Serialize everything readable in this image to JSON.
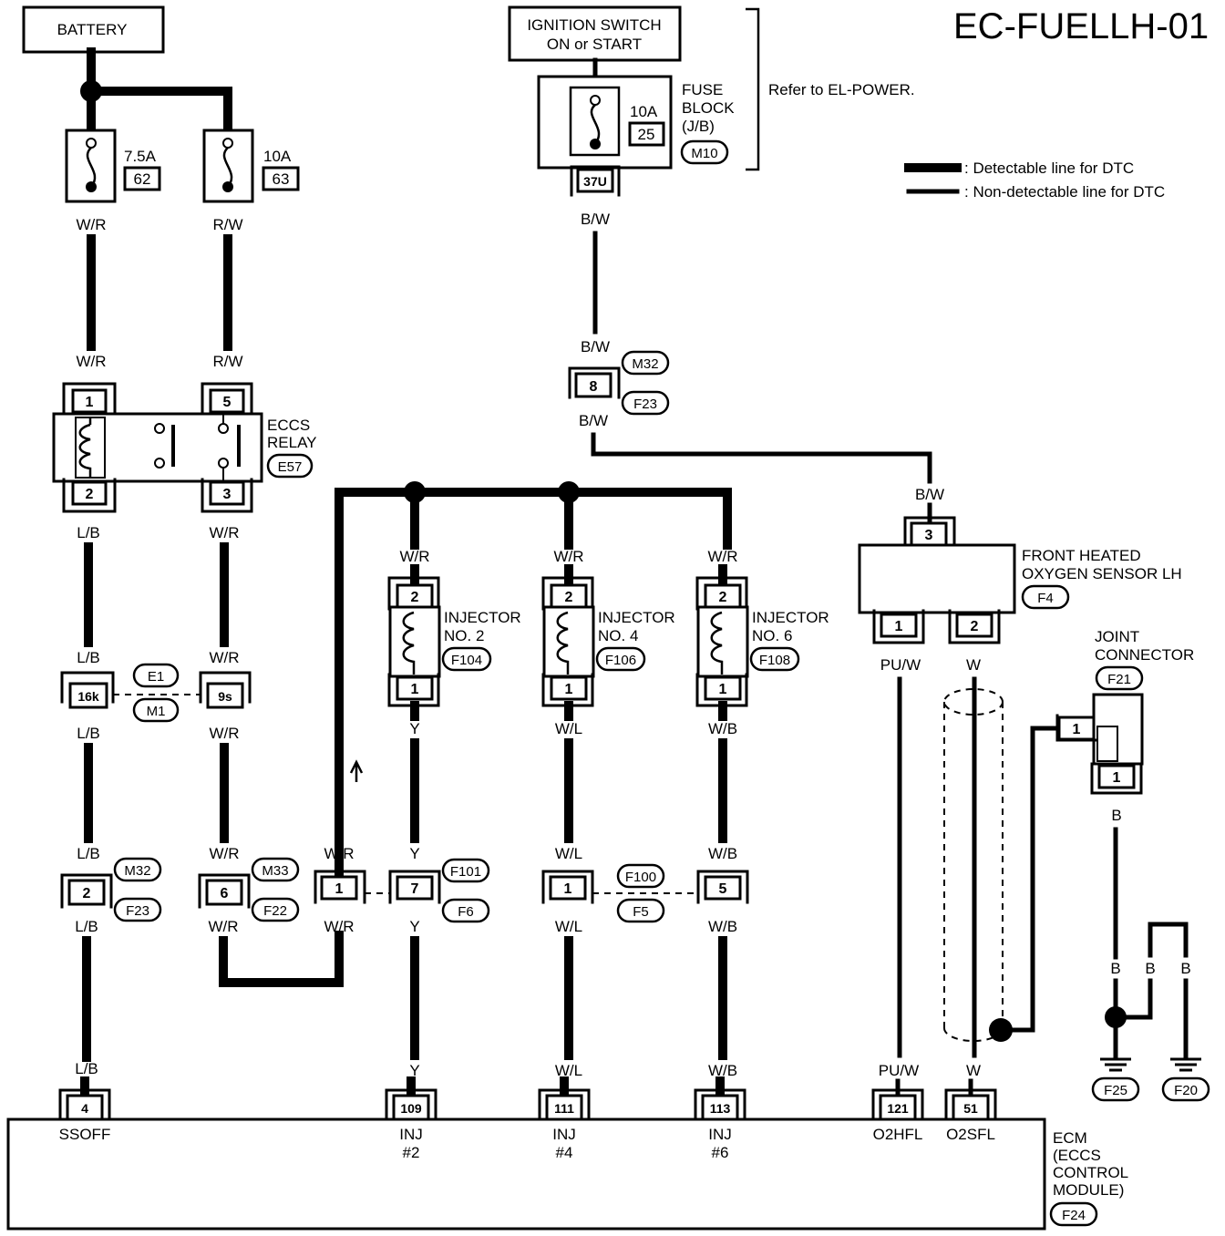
{
  "title": "EC-FUELLH-01",
  "legend": {
    "detectable": ": Detectable line for DTC",
    "non_detectable": ": Non-detectable line for DTC"
  },
  "battery": "BATTERY",
  "ignition": {
    "line1": "IGNITION SWITCH",
    "line2": "ON or START"
  },
  "fuse_block": {
    "line1": "FUSE",
    "line2": "BLOCK",
    "line3": "(J/B)",
    "amp": "10A",
    "number": "25",
    "connector": "M10",
    "pin": "37U",
    "refer": "Refer to EL-POWER."
  },
  "fuses": [
    {
      "amp": "7.5A",
      "number": "62"
    },
    {
      "amp": "10A",
      "number": "63"
    }
  ],
  "relay": {
    "line1": "ECCS",
    "line2": "RELAY",
    "connector": "E57",
    "pins": [
      "1",
      "5",
      "2",
      "3"
    ]
  },
  "wires": {
    "wr": "W/R",
    "rw": "R/W",
    "lb": "L/B",
    "bw": "B/W",
    "y": "Y",
    "wl": "W/L",
    "wb": "W/B",
    "puw": "PU/W",
    "w": "W",
    "b": "B"
  },
  "connectors": {
    "e1": "E1",
    "m1": "M1",
    "pin16k": "16k",
    "pin9s": "9s",
    "m32": "M32",
    "f23": "F23",
    "pin8": "8",
    "pin2": "2",
    "m33": "M33",
    "f22": "F22",
    "pin6": "6",
    "f101": "F101",
    "f6": "F6",
    "pin1": "1",
    "pin7": "7",
    "f100": "F100",
    "f5": "F5",
    "pin5": "5"
  },
  "injectors": [
    {
      "line1": "INJECTOR",
      "line2": "NO. 2",
      "connector": "F104",
      "pin_top": "2",
      "pin_bot": "1"
    },
    {
      "line1": "INJECTOR",
      "line2": "NO. 4",
      "connector": "F106",
      "pin_top": "2",
      "pin_bot": "1"
    },
    {
      "line1": "INJECTOR",
      "line2": "NO. 6",
      "connector": "F108",
      "pin_top": "2",
      "pin_bot": "1"
    }
  ],
  "o2_sensor": {
    "line1": "FRONT HEATED",
    "line2": "OXYGEN SENSOR LH",
    "connector": "F4",
    "pin_top": "3",
    "pin_a": "1",
    "pin_b": "2"
  },
  "joint": {
    "line1": "JOINT",
    "line2": "CONNECTOR",
    "connector": "F21",
    "pin_side": "1",
    "pin_bot": "1"
  },
  "grounds": [
    "F25",
    "F20"
  ],
  "ecm": {
    "line1": "ECM",
    "line2": "(ECCS",
    "line3": "CONTROL",
    "line4": "MODULE)",
    "connector": "F24",
    "terminals": [
      {
        "pin": "4",
        "label": "SSOFF",
        "sub": ""
      },
      {
        "pin": "109",
        "label": "INJ",
        "sub": "#2"
      },
      {
        "pin": "111",
        "label": "INJ",
        "sub": "#4"
      },
      {
        "pin": "113",
        "label": "INJ",
        "sub": "#6"
      },
      {
        "pin": "121",
        "label": "O2HFL",
        "sub": ""
      },
      {
        "pin": "51",
        "label": "O2SFL",
        "sub": ""
      }
    ]
  }
}
